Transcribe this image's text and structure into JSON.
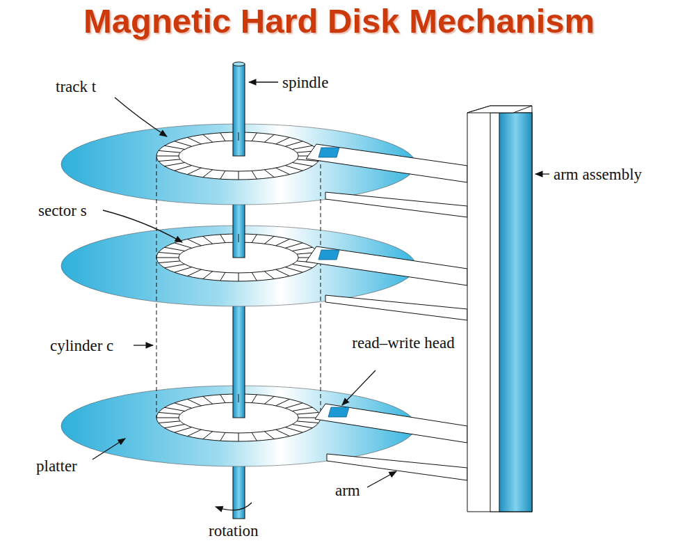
{
  "diagram": {
    "title": "Magnetic Hard Disk Mechanism",
    "labels": [
      "track t",
      "spindle",
      "arm assembly",
      "sector s",
      "cylinder c",
      "read–write head",
      "platter",
      "arm",
      "rotation"
    ]
  }
}
